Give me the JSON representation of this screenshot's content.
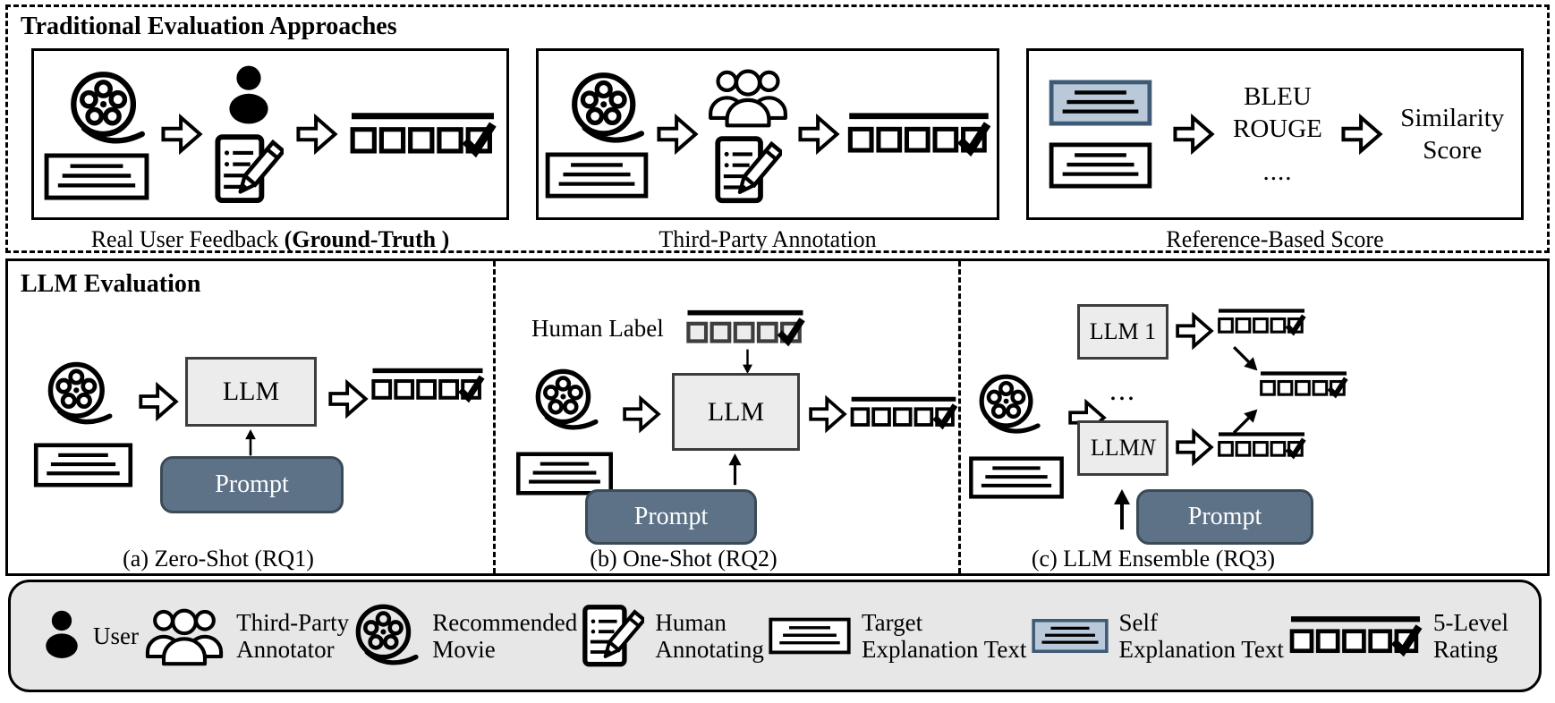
{
  "top": {
    "title": "Traditional Evaluation Approaches",
    "caption1_text": "Real User Feedback ",
    "caption1_bold": "(Ground-Truth )",
    "caption2": "Third-Party Annotation",
    "caption3": "Reference-Based Score",
    "metric1": "BLEU",
    "metric2": "ROUGE",
    "metric_dots": "....",
    "sim1": "Similarity",
    "sim2": "Score"
  },
  "mid": {
    "title": "LLM Evaluation",
    "a": {
      "llm": "LLM",
      "prompt": "Prompt",
      "caption": "(a) Zero-Shot (RQ1)"
    },
    "b": {
      "human_label": "Human Label",
      "llm": "LLM",
      "prompt": "Prompt",
      "caption": "(b) One-Shot (RQ2)"
    },
    "c": {
      "llm1": "LLM 1",
      "dots": "...",
      "llmn_prefix": "LLM ",
      "llmn_var": "N",
      "prompt": "Prompt",
      "caption": "(c) LLM Ensemble (RQ3)"
    }
  },
  "legend": {
    "user": "User",
    "third_party_1": "Third-Party",
    "third_party_2": "Annotator",
    "movie_1": "Recommended",
    "movie_2": "Movie",
    "annotating_1": "Human",
    "annotating_2": "Annotating",
    "target_1": "Target",
    "target_2": "Explanation Text",
    "self_1": "Self",
    "self_2": "Explanation Text",
    "rating_1": "5-Level",
    "rating_2": "Rating"
  },
  "icons": {
    "movie-reel-icon": "film reel with swoosh tail",
    "user-icon": "filled person silhouette",
    "group-icon": "three third-party annotators",
    "notepad-pencil-icon": "annotation pad with pencil",
    "target-text-icon": "white explanation text box",
    "self-text-icon": "blue explanation text box",
    "rating-icon": "five squares with check, overline",
    "block-arrow-icon": "hollow right arrow",
    "solid-arrow-icon": "thin solid arrow"
  },
  "colors": {
    "prompt_fill": "#5e7287",
    "prompt_border": "#3a4a57",
    "llm_fill": "#ececec",
    "llm_border": "#3d3d3d",
    "self_fill": "#b9c9d9",
    "self_border": "#3e5a75",
    "rating_gray": "#ececec",
    "rating_gray_stroke": "#3d3d3d",
    "legend_bg": "#e7e7e7"
  }
}
